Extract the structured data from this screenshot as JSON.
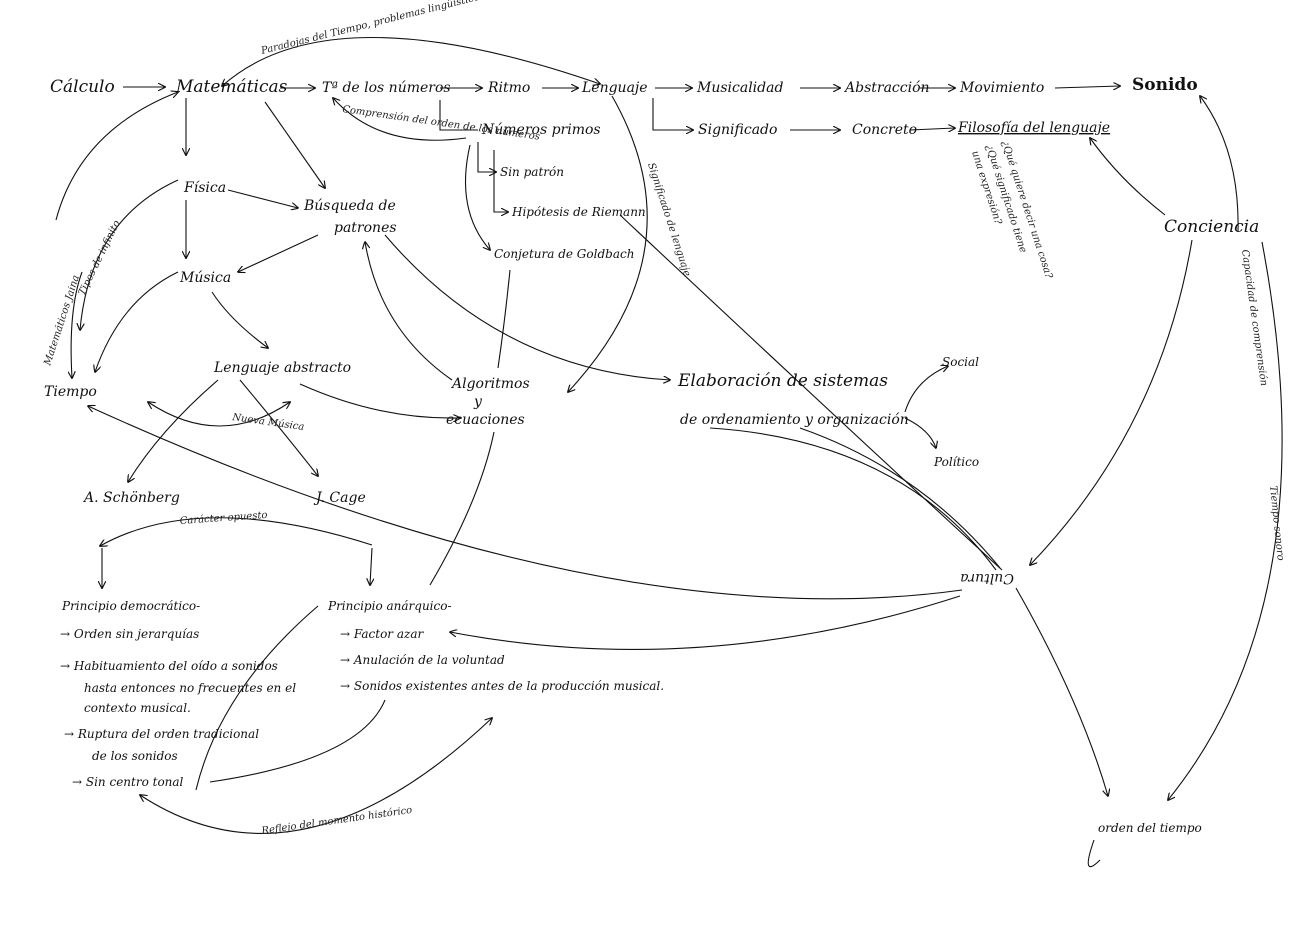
{
  "nodes": {
    "calculo": "Cálculo",
    "matematicas": "Matemáticas",
    "teoria_numeros": "Tª de los números",
    "ritmo": "Ritmo",
    "lenguaje": "Lenguaje",
    "musicalidad": "Musicalidad",
    "abstraccion": "Abstracción",
    "movimiento": "Movimiento",
    "sonido": "Sonido",
    "numeros_primos": "Números primos",
    "sin_patron": "Sin patrón",
    "hipotesis_riemann": "Hipótesis de Riemann",
    "conjetura_goldbach": "Conjetura de Goldbach",
    "significado": "Significado",
    "concreto": "Concreto",
    "filosofia_lenguaje": "Filosofía del lenguaje",
    "fisica": "Física",
    "busqueda_patrones_1": "Búsqueda de",
    "busqueda_patrones_2": "patrones",
    "musica": "Música",
    "tiempo": "Tiempo",
    "lenguaje_abstracto": "Lenguaje abstracto",
    "algoritmos_1": "Algoritmos",
    "algoritmos_2": "y",
    "algoritmos_3": "ecuaciones",
    "elaboracion_1": "Elaboración de sistemas",
    "elaboracion_2": "de ordenamiento y organización",
    "social": "Social",
    "politico": "Político",
    "conciencia": "Conciencia",
    "schonberg": "A. Schönberg",
    "cage": "J. Cage",
    "cultura": "Cultura",
    "orden_tiempo": "orden del tiempo",
    "principio_democratico": "Principio democrático-",
    "principio_anarquico": "Principio anárquico-"
  },
  "list_democratico": [
    "→ Orden sin jerarquías",
    "→ Habituamiento del oído a sonidos",
    "hasta entonces no frecuentes en el",
    "contexto musical.",
    "→ Ruptura del orden tradicional",
    "de los sonidos",
    "→ Sin centro tonal"
  ],
  "list_anarquico": [
    "→ Factor azar",
    "→ Anulación de la voluntad",
    "→ Sonidos existentes antes de la producción musical."
  ],
  "annotations": {
    "paradojas": "Paradojas del Tiempo, problemas lingüísticos y matemáticos",
    "comprension": "Comprensión del orden de los números",
    "matematicos_jaina": "Matemáticos Jaina",
    "tipos_infinito": "Tipos de infinito",
    "significado_lenguaje": "Significado de lenguaje",
    "preguntas_1": "¿Qué quiere decir una cosa?",
    "preguntas_2": "¿Qué significado tiene",
    "preguntas_3": "una expresión?",
    "capacidad": "Capacidad de comprensión",
    "nueva_musica": "Nueva Música",
    "caracter": "Carácter opuesto",
    "reflejo": "Reflejo del momento histórico",
    "tiempo_sonoro": "Tiempo sonoro"
  }
}
